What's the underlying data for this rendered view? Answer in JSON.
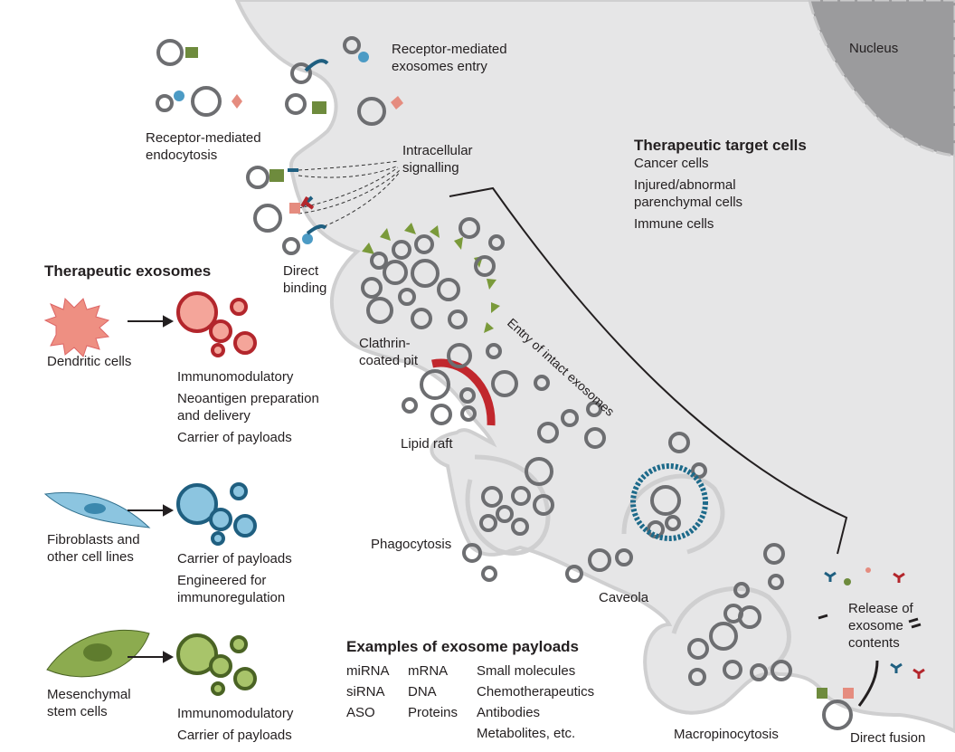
{
  "labels": {
    "nucleus": "Nucleus",
    "receptor_entry": [
      "Receptor-mediated",
      "exosomes entry"
    ],
    "endocytosis": [
      "Receptor-mediated",
      "endocytosis"
    ],
    "signalling": [
      "Intracellular",
      "signalling"
    ],
    "direct_binding": [
      "Direct",
      "binding"
    ],
    "clathrin": [
      "Clathrin-",
      "coated pit"
    ],
    "lipid_raft": "Lipid raft",
    "phagocytosis": "Phagocytosis",
    "caveola": "Caveola",
    "macropinocytosis": "Macropinocytosis",
    "direct_fusion": "Direct fusion",
    "release": [
      "Release of",
      "exosome",
      "contents"
    ],
    "entry": "Entry of intact exosomes"
  },
  "target_cells": {
    "title": "Therapeutic target cells",
    "items": [
      "Cancer cells",
      "Injured/abnormal",
      "parenchymal cells",
      "Immune cells"
    ]
  },
  "therapeutic_exosomes": {
    "title": "Therapeutic exosomes",
    "sources": [
      {
        "name": [
          "Dendritic cells"
        ],
        "roles": [
          "Immunomodulatory",
          "Neoantigen preparation",
          "and delivery",
          "Carrier of payloads"
        ]
      },
      {
        "name": [
          "Fibroblasts and",
          "other cell lines"
        ],
        "roles": [
          "Carrier of payloads",
          "Engineered for",
          "immunoregulation"
        ]
      },
      {
        "name": [
          "Mesenchymal",
          "stem cells"
        ],
        "roles": [
          "Immunomodulatory",
          "Carrier of payloads"
        ]
      }
    ]
  },
  "payloads": {
    "title": "Examples of exosome payloads",
    "col1": [
      "miRNA",
      "siRNA",
      "ASO"
    ],
    "col2": [
      "mRNA",
      "DNA",
      "Proteins"
    ],
    "col3": [
      "Small molecules",
      "Chemotherapeutics",
      "Antibodies",
      "Metabolites, etc."
    ]
  },
  "colors": {
    "cell": "#e6e6e7",
    "nucleus": "#9b9b9d",
    "dendritic": "#f4a59a",
    "fibroblast": "#8cc5e0",
    "stem_cell": "#a8c46a",
    "lipid_raft": "#c1272d"
  }
}
